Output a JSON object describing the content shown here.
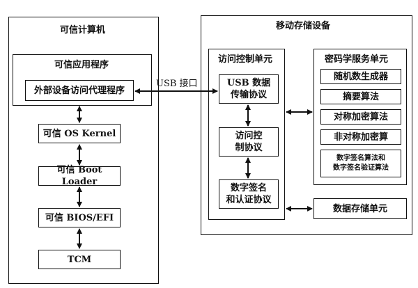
{
  "trusted_computer": {
    "title": "可信计算机",
    "app_group_title": "可信应用程序",
    "proxy": "外部设备访问代理程序",
    "kernel": "可信 OS Kernel",
    "bootloader": "可信 Boot Loader",
    "bios": "可信 BIOS/EFI",
    "tcm": "TCM"
  },
  "interface_label": "USB 接口",
  "mobile_storage": {
    "title": "移动存储设备",
    "access_unit": {
      "title": "访问控制单元",
      "usb_protocol": "USB 数据\n传输协议",
      "access_protocol": "访问控\n制协议",
      "auth_protocol": "数字签名\n和认证协议"
    },
    "crypto_unit": {
      "title": "密码学服务单元",
      "items": [
        "随机数生成器",
        "摘要算法",
        "对称加密算法",
        "非对称加密算",
        "数字签名算法和\n数字签名验证算法"
      ]
    },
    "data_storage": "数据存储单元"
  }
}
